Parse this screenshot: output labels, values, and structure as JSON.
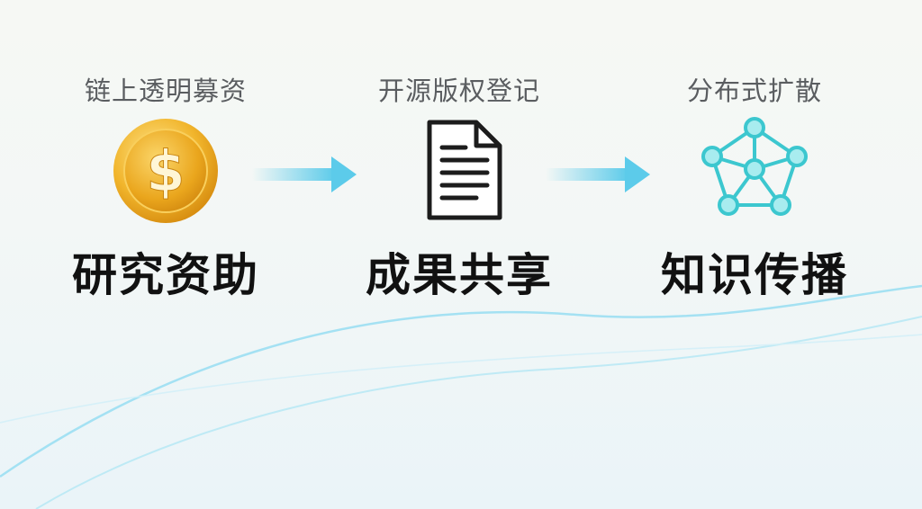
{
  "steps": [
    {
      "caption": "链上透明募资",
      "title": "研究资助",
      "icon": "dollar-coin-icon"
    },
    {
      "caption": "开源版权登记",
      "title": "成果共享",
      "icon": "document-icon"
    },
    {
      "caption": "分布式扩散",
      "title": "知识传播",
      "icon": "network-nodes-icon"
    }
  ],
  "colors": {
    "coin_gold": "#e8a418",
    "coin_light": "#fbd66a",
    "arrow_cyan": "#5ccbea",
    "network_teal": "#3cc7cf",
    "node_fill": "#a8ecef",
    "wave": "#7fd5ee",
    "title_text": "#111111",
    "caption_text": "#5a5d60"
  }
}
